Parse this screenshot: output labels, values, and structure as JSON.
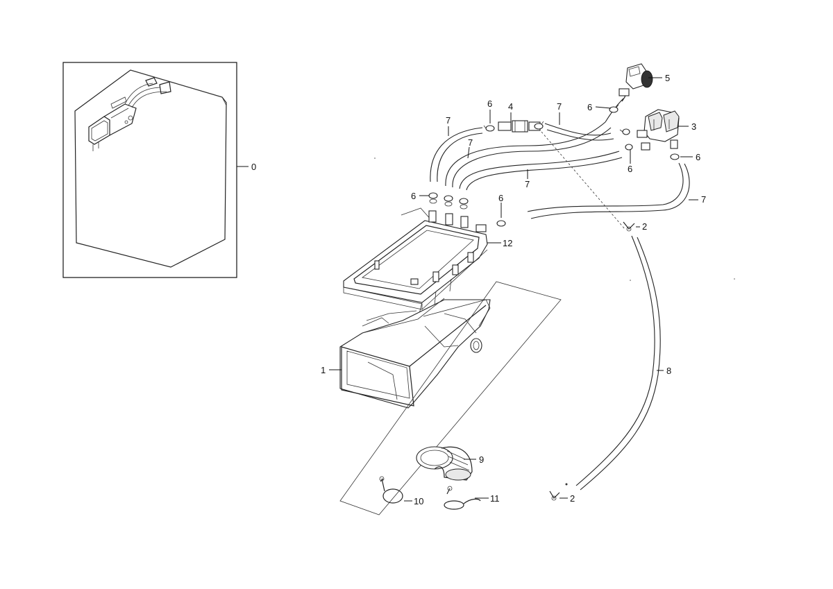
{
  "callouts": [
    {
      "id": "c0",
      "text": "0"
    },
    {
      "id": "c1",
      "text": "1"
    },
    {
      "id": "c2a",
      "text": "2"
    },
    {
      "id": "c2b",
      "text": "2"
    },
    {
      "id": "c3",
      "text": "3"
    },
    {
      "id": "c4",
      "text": "4"
    },
    {
      "id": "c5",
      "text": "5"
    },
    {
      "id": "c6a",
      "text": "6"
    },
    {
      "id": "c6b",
      "text": "6"
    },
    {
      "id": "c6c",
      "text": "6"
    },
    {
      "id": "c6d",
      "text": "6"
    },
    {
      "id": "c6e",
      "text": "6"
    },
    {
      "id": "c7a",
      "text": "7"
    },
    {
      "id": "c7b",
      "text": "7"
    },
    {
      "id": "c7c",
      "text": "7"
    },
    {
      "id": "c7d",
      "text": "7"
    },
    {
      "id": "c7e",
      "text": "7"
    },
    {
      "id": "c8",
      "text": "8"
    },
    {
      "id": "c9",
      "text": "9"
    },
    {
      "id": "c10",
      "text": "10"
    },
    {
      "id": "c11",
      "text": "11"
    },
    {
      "id": "c12",
      "text": "12"
    }
  ]
}
